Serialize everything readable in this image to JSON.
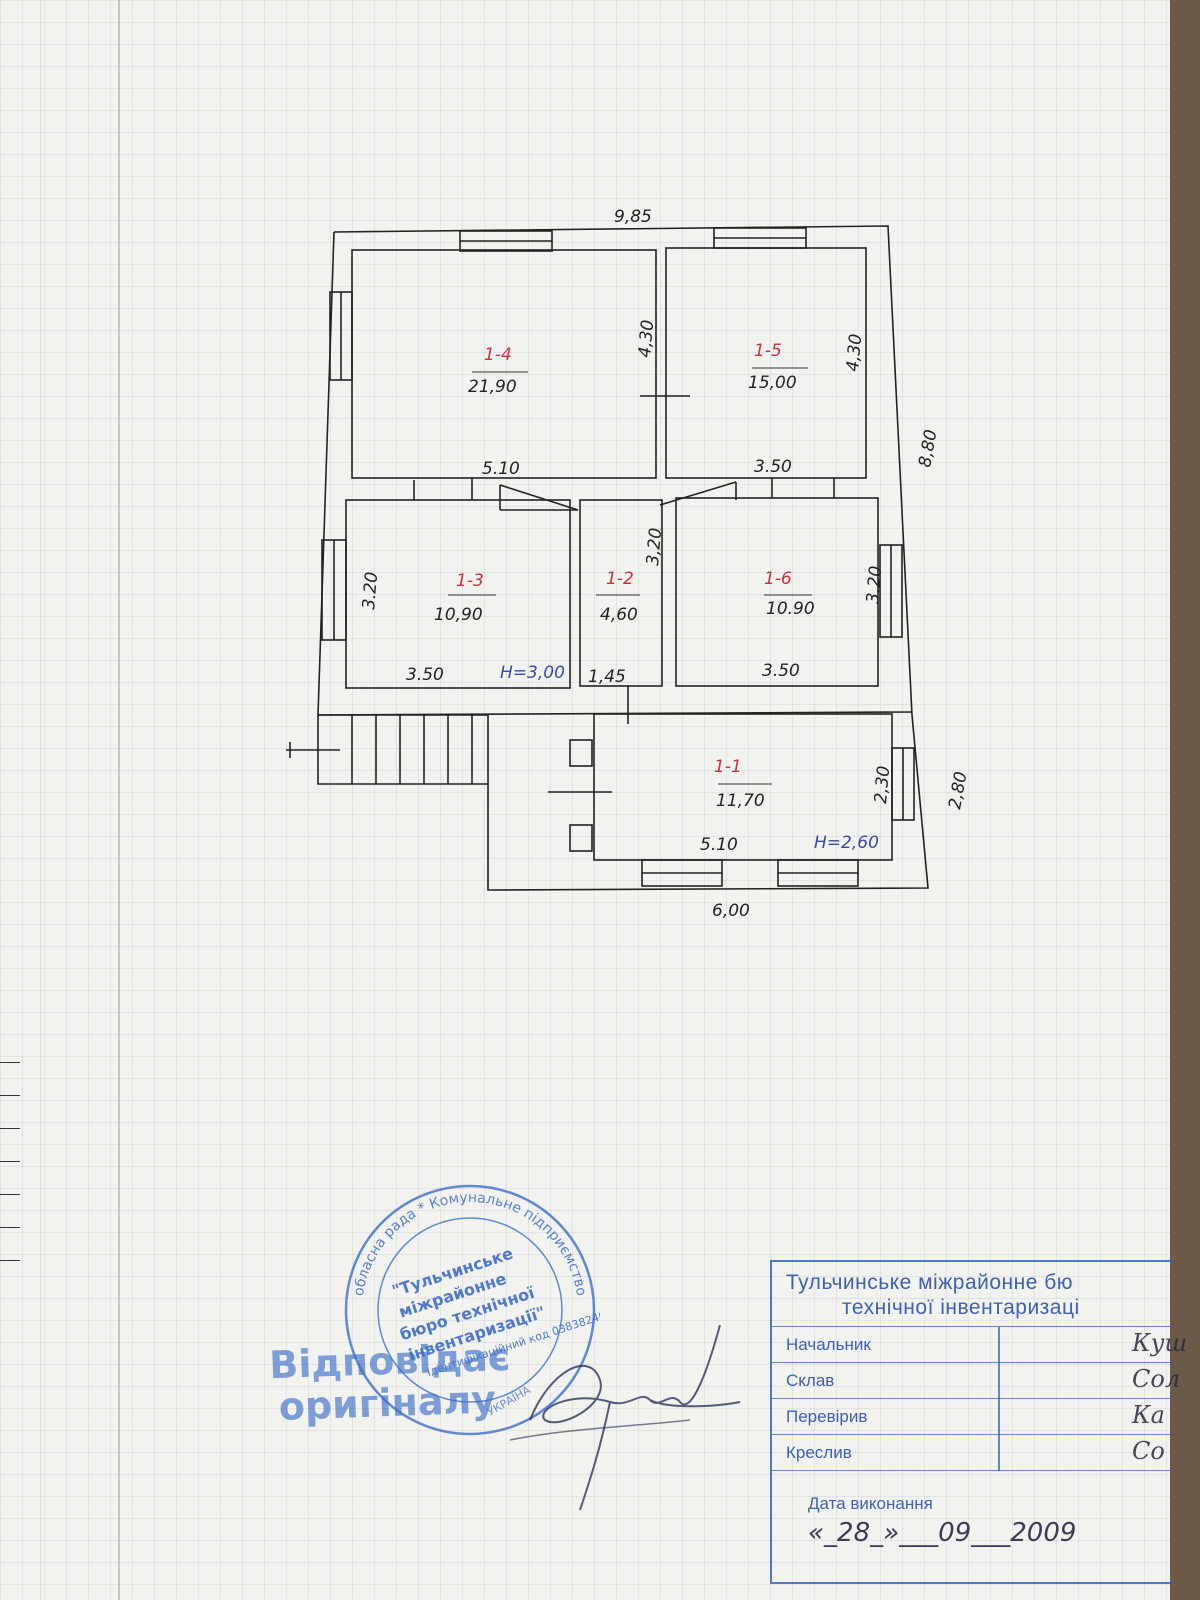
{
  "plan": {
    "overall_width": "9,85",
    "overall_depth": "8,80",
    "porch_width": "6,00",
    "porch_depth": "2,80",
    "rooms": [
      {
        "id": "1-4",
        "area": "21,90",
        "side": "4,30",
        "wall": "5.10"
      },
      {
        "id": "1-5",
        "area": "15,00",
        "side": "4,30",
        "wall": "3.50"
      },
      {
        "id": "1-3",
        "area": "10,90",
        "side": "3.20",
        "wall": "3.50",
        "height": "H=3,00"
      },
      {
        "id": "1-2",
        "area": "4,60",
        "side": "3,20",
        "wall": "1,45"
      },
      {
        "id": "1-6",
        "area": "10.90",
        "side": "3.20",
        "wall": "3.50"
      },
      {
        "id": "1-1",
        "area": "11,70",
        "side": "2,30",
        "wall": "5.10",
        "height": "H=2,60"
      }
    ]
  },
  "stamp": {
    "ring": "обласна рада * Комунальне підприємство",
    "center": [
      "\"Тульчинське",
      "міжрайонне",
      "бюро технічної",
      "інвентаризації\""
    ],
    "code": "Ідентифікаційний код 03838246",
    "country": "УКРАЇНА",
    "overlay": [
      "Відповідає",
      "оригіналу"
    ]
  },
  "title_block": {
    "org_line1": "Тульчинське міжрайонне бю",
    "org_line2": "технічної інвентаризаці",
    "rows": [
      {
        "label": "Начальник",
        "value": "Куш"
      },
      {
        "label": "Склав",
        "value": "Сол"
      },
      {
        "label": "Перевірив",
        "value": "Ка"
      },
      {
        "label": "Креслив",
        "value": "Со"
      }
    ],
    "date_label": "Дата виконання",
    "date": "«_28_»___09___2009"
  }
}
